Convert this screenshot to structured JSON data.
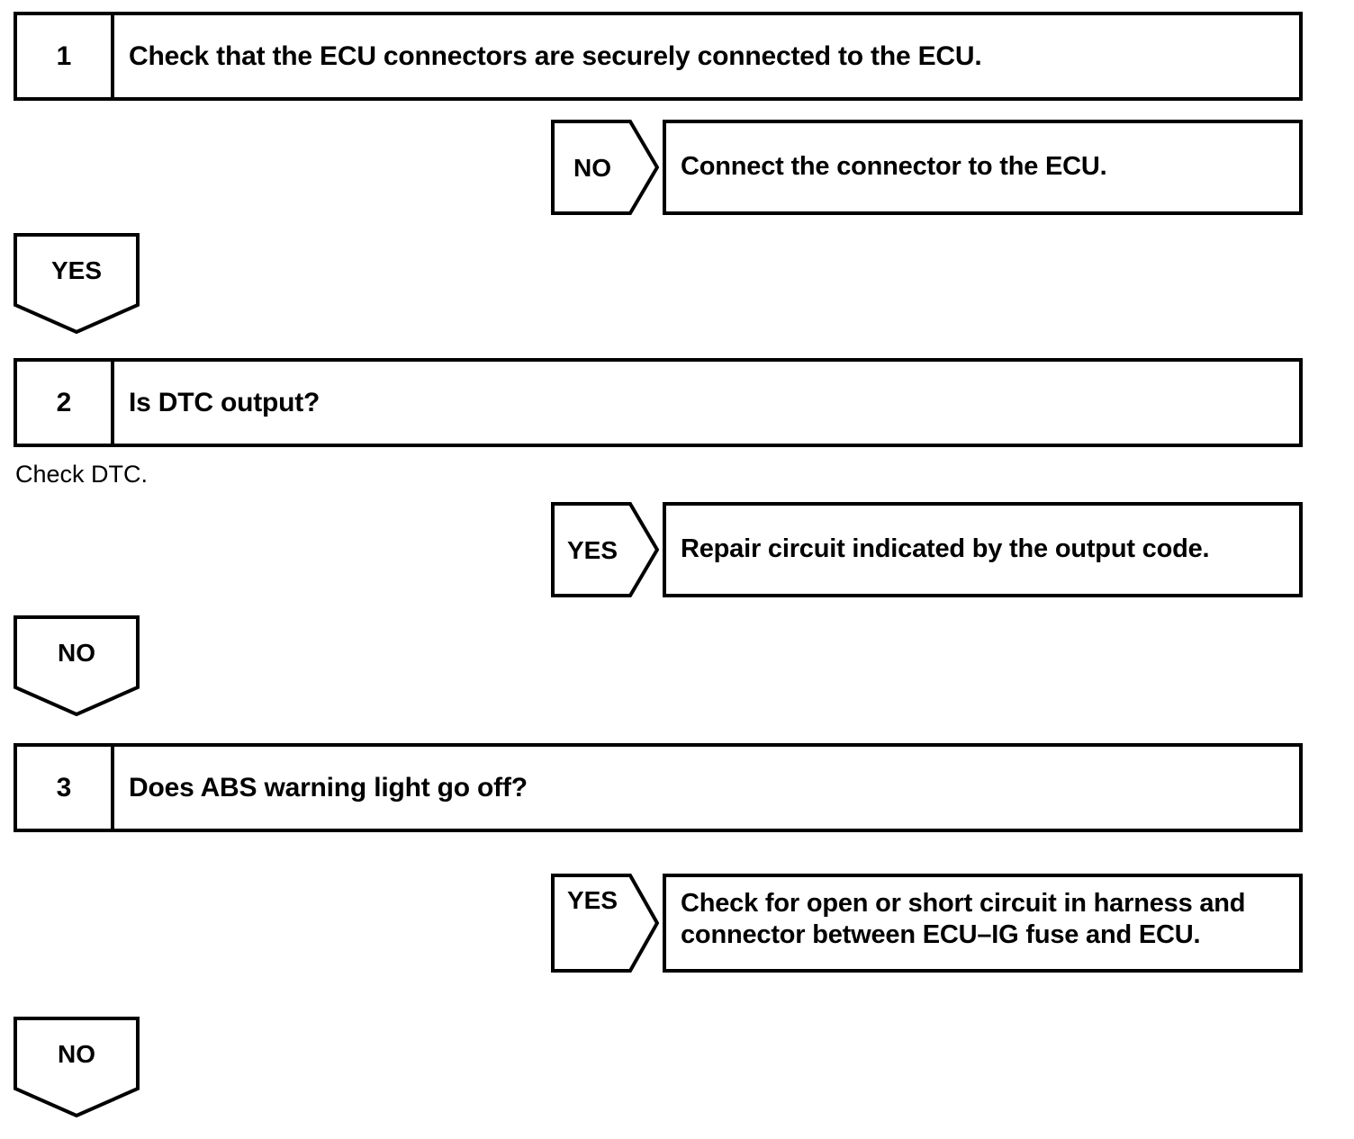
{
  "diagram": {
    "title": "ABS ECU troubleshooting flow chart",
    "line_color": "#000000",
    "background_color": "#ffffff"
  },
  "steps": [
    {
      "number": "1",
      "text": "Check that the ECU connectors are securely connected to the ECU."
    },
    {
      "number": "2",
      "text": "Is DTC output?"
    },
    {
      "number": "3",
      "text": "Does ABS warning light go off?"
    }
  ],
  "captions": [
    {
      "text": "Check DTC."
    }
  ],
  "branches": [
    {
      "answer": "NO",
      "result": "Connect the connector to the ECU.",
      "result_line1": "Connect the connector to the ECU.",
      "result_line2": ""
    },
    {
      "answer": "YES",
      "result": "Repair circuit indicated by the output code.",
      "result_line1": "Repair circuit indicated by the output code.",
      "result_line2": ""
    },
    {
      "answer": "YES",
      "result": "Check for open or short circuit in harness and connector between ECU–IG fuse and ECU.",
      "result_line1": "Check for open or short circuit in harness and",
      "result_line2": "connector between ECU–IG fuse and ECU."
    }
  ],
  "flow_answers": [
    {
      "label": "YES"
    },
    {
      "label": "NO"
    },
    {
      "label": "NO"
    }
  ]
}
